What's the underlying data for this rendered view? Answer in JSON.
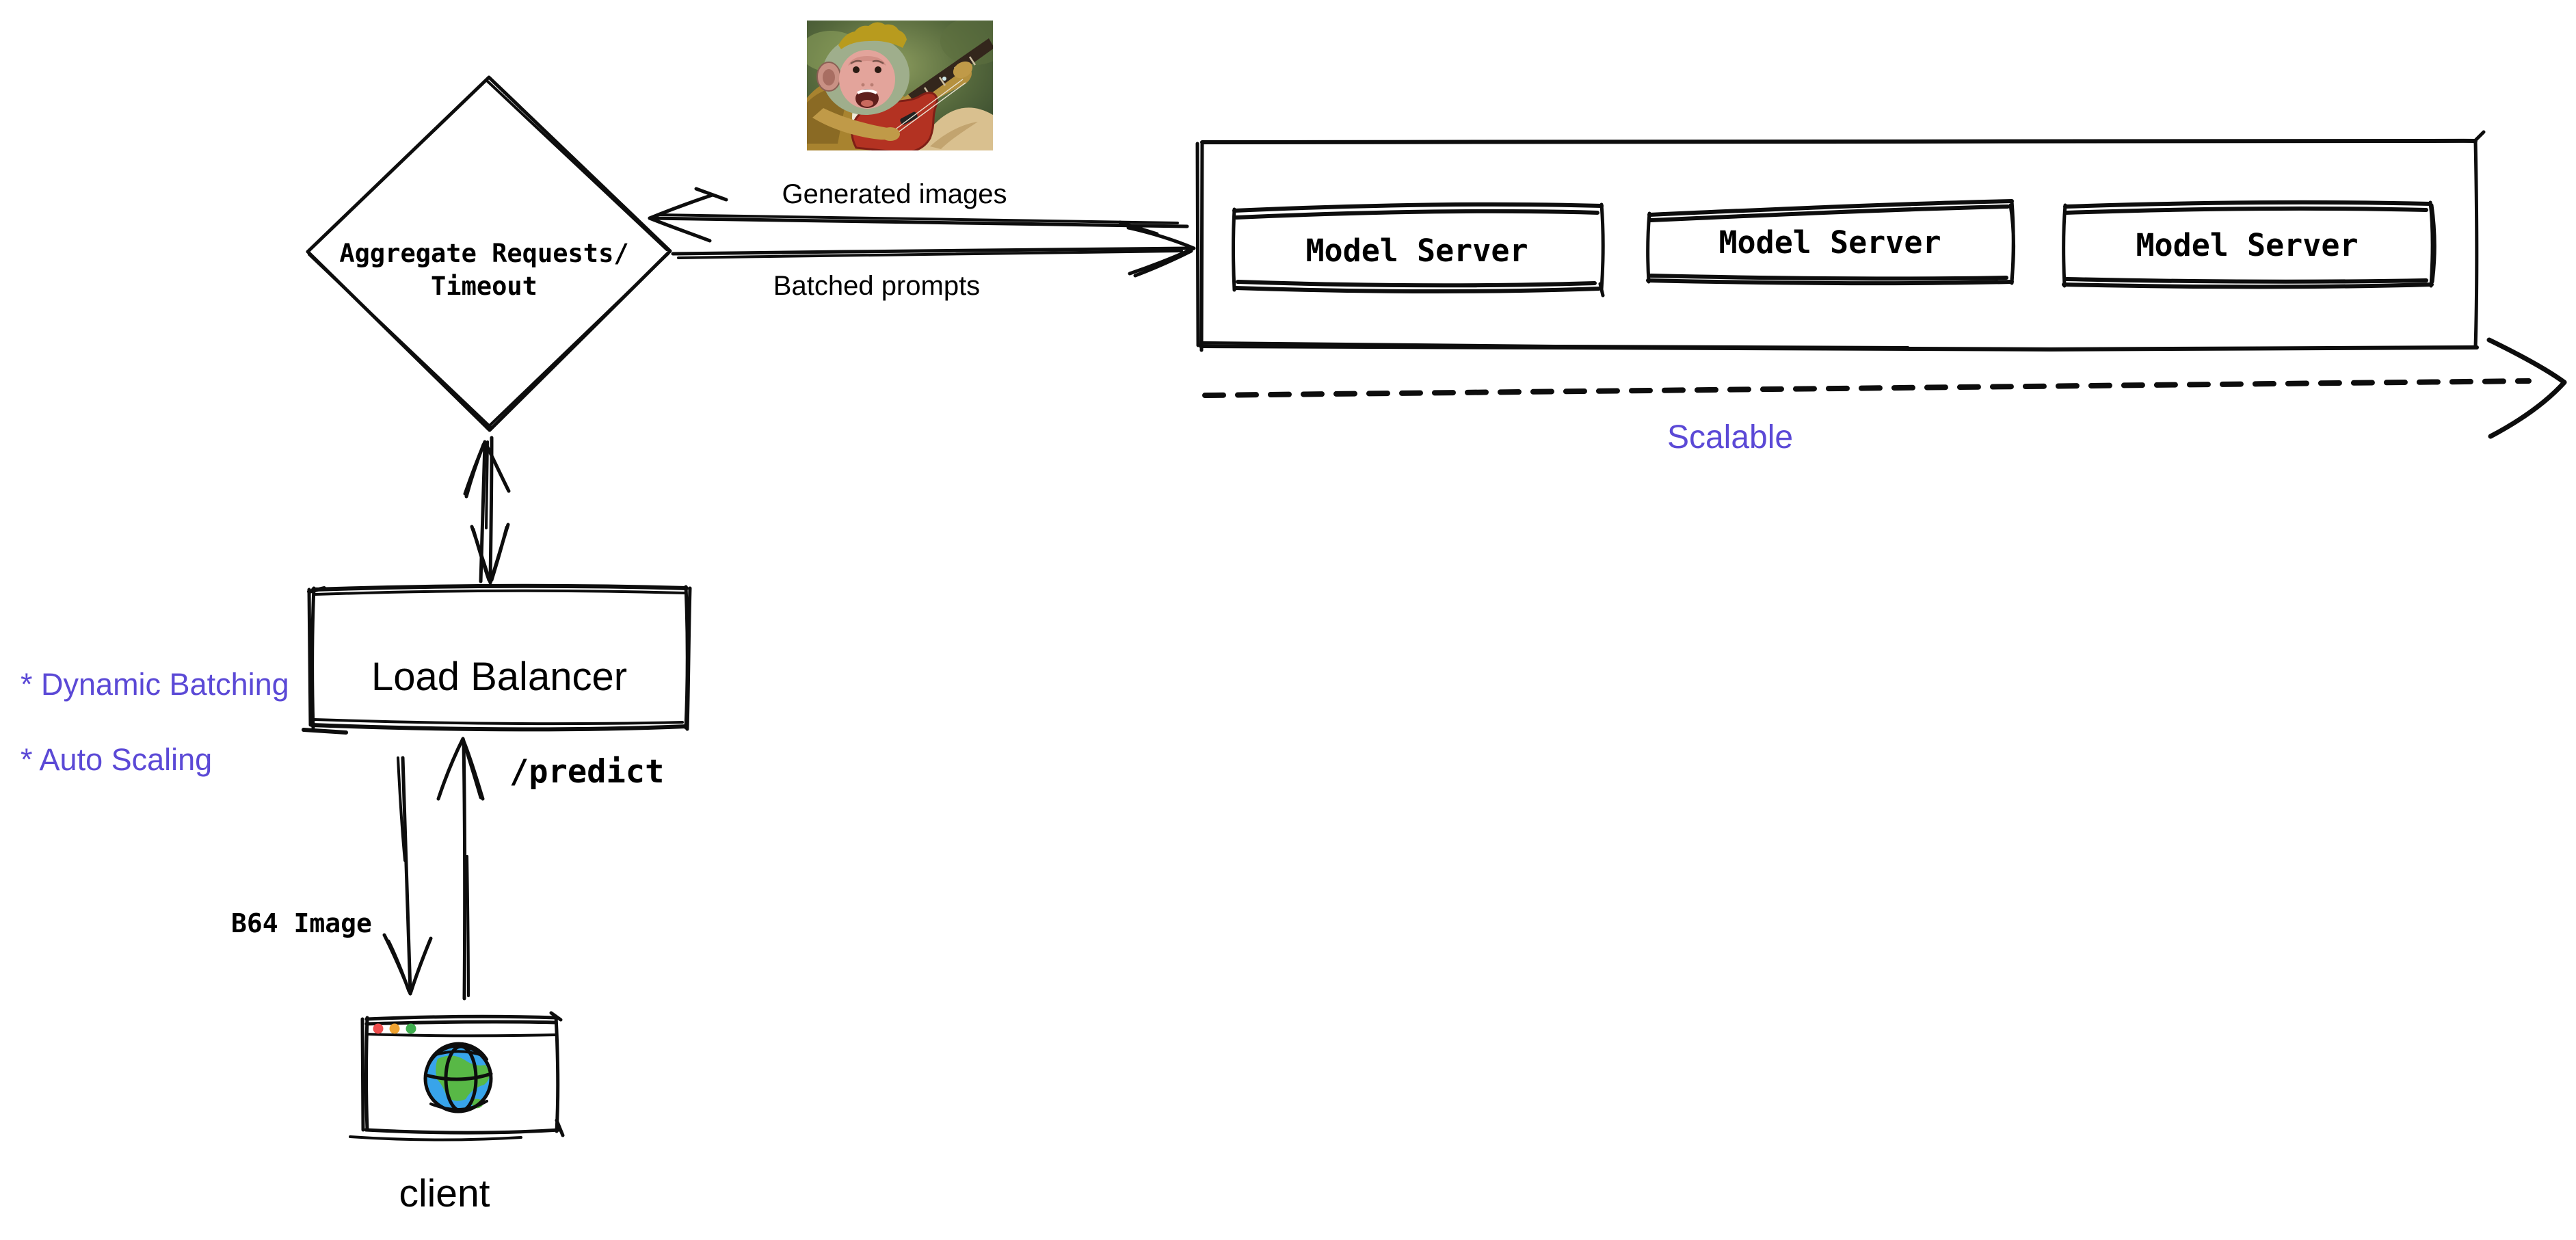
{
  "colors": {
    "ink": "#0d0d0d",
    "accent_purple": "#5b49d6",
    "dot_red": "#ee4d4d",
    "dot_orange": "#f0a331",
    "dot_green": "#3fae4e",
    "globe_blue": "#38a4ea",
    "globe_green": "#58b846",
    "guitar_red": "#b33222"
  },
  "aggregate": {
    "label": "Aggregate Requests/\nTimeout"
  },
  "flows": {
    "generated_images": "Generated images",
    "batched_prompts": "Batched prompts",
    "predict": "/predict",
    "b64_image": "B64 Image"
  },
  "servers": {
    "items": [
      "Model Server",
      "Model Server",
      "Model Server"
    ],
    "scalable": "Scalable"
  },
  "load_balancer": {
    "label": "Load Balancer",
    "features": [
      "* Dynamic Batching",
      "* Auto Scaling"
    ]
  },
  "client": {
    "label": "client"
  },
  "generated_image": {
    "icon": "monkey-playing-guitar-image"
  }
}
